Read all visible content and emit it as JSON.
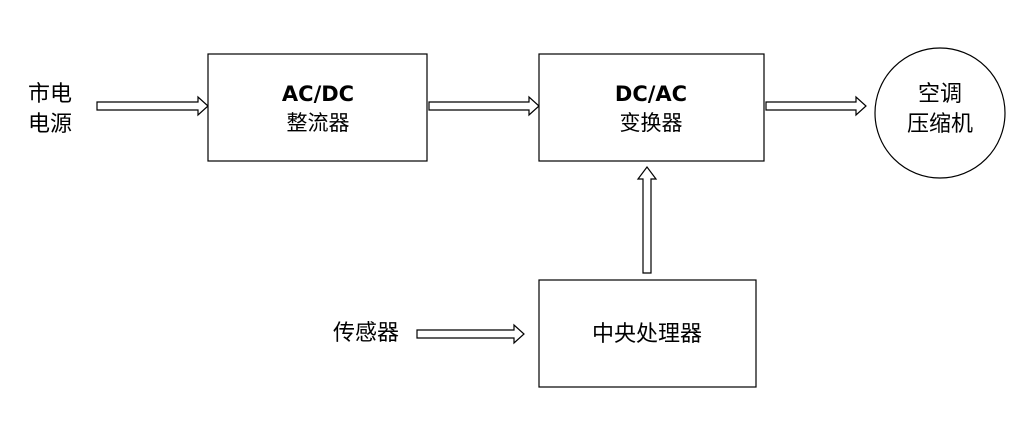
{
  "diagram": {
    "input_power": {
      "line1": "市电",
      "line2": "电源"
    },
    "rectifier": {
      "line1": "AC/DC",
      "line2": "整流器"
    },
    "inverter": {
      "line1": "DC/AC",
      "line2": "变换器"
    },
    "compressor": {
      "line1": "空调",
      "line2": "压缩机"
    },
    "sensor": {
      "label": "传感器"
    },
    "cpu": {
      "label": "中央处理器"
    }
  },
  "colors": {
    "stroke": "#000000",
    "arrow_fill": "#ffffff",
    "background": "#ffffff"
  }
}
